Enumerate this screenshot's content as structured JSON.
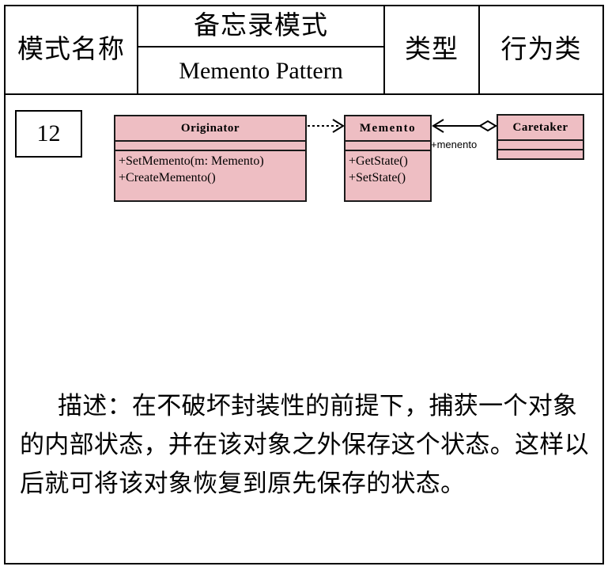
{
  "table": {
    "header": {
      "pattern_name_label": "模式名称",
      "pattern_name_zh": "备忘录模式",
      "pattern_name_en": "Memento Pattern",
      "type_label": "类型",
      "type_value": "行为类"
    },
    "row": {
      "index": "12"
    }
  },
  "diagram": {
    "type": "uml-class-diagram",
    "fill_color": "#eebec3",
    "stroke_color": "#1a1a1a",
    "classes": [
      {
        "id": "originator",
        "name": "Originator",
        "attributes": [],
        "operations": [
          "+SetMemento(m: Memento)",
          "+CreateMemento()"
        ]
      },
      {
        "id": "memento",
        "name": "Memento",
        "attributes": [],
        "operations": [
          "+GetState()",
          "+SetState()"
        ]
      },
      {
        "id": "caretaker",
        "name": "Caretaker",
        "attributes": [],
        "operations": []
      }
    ],
    "relations": [
      {
        "id": "dependency",
        "from": "originator",
        "to": "memento",
        "kind": "dependency",
        "line": "dashed",
        "arrow": "open",
        "label": ""
      },
      {
        "id": "aggregation",
        "from": "caretaker",
        "to": "memento",
        "kind": "aggregation",
        "line": "solid",
        "arrow": "open",
        "label": "+menento"
      }
    ]
  },
  "description": {
    "text": "描述：在不破坏封装性的前提下，捕获一个对象的内部状态，并在该对象之外保存这个状态。这样以后就可将该对象恢复到原先保存的状态。"
  }
}
